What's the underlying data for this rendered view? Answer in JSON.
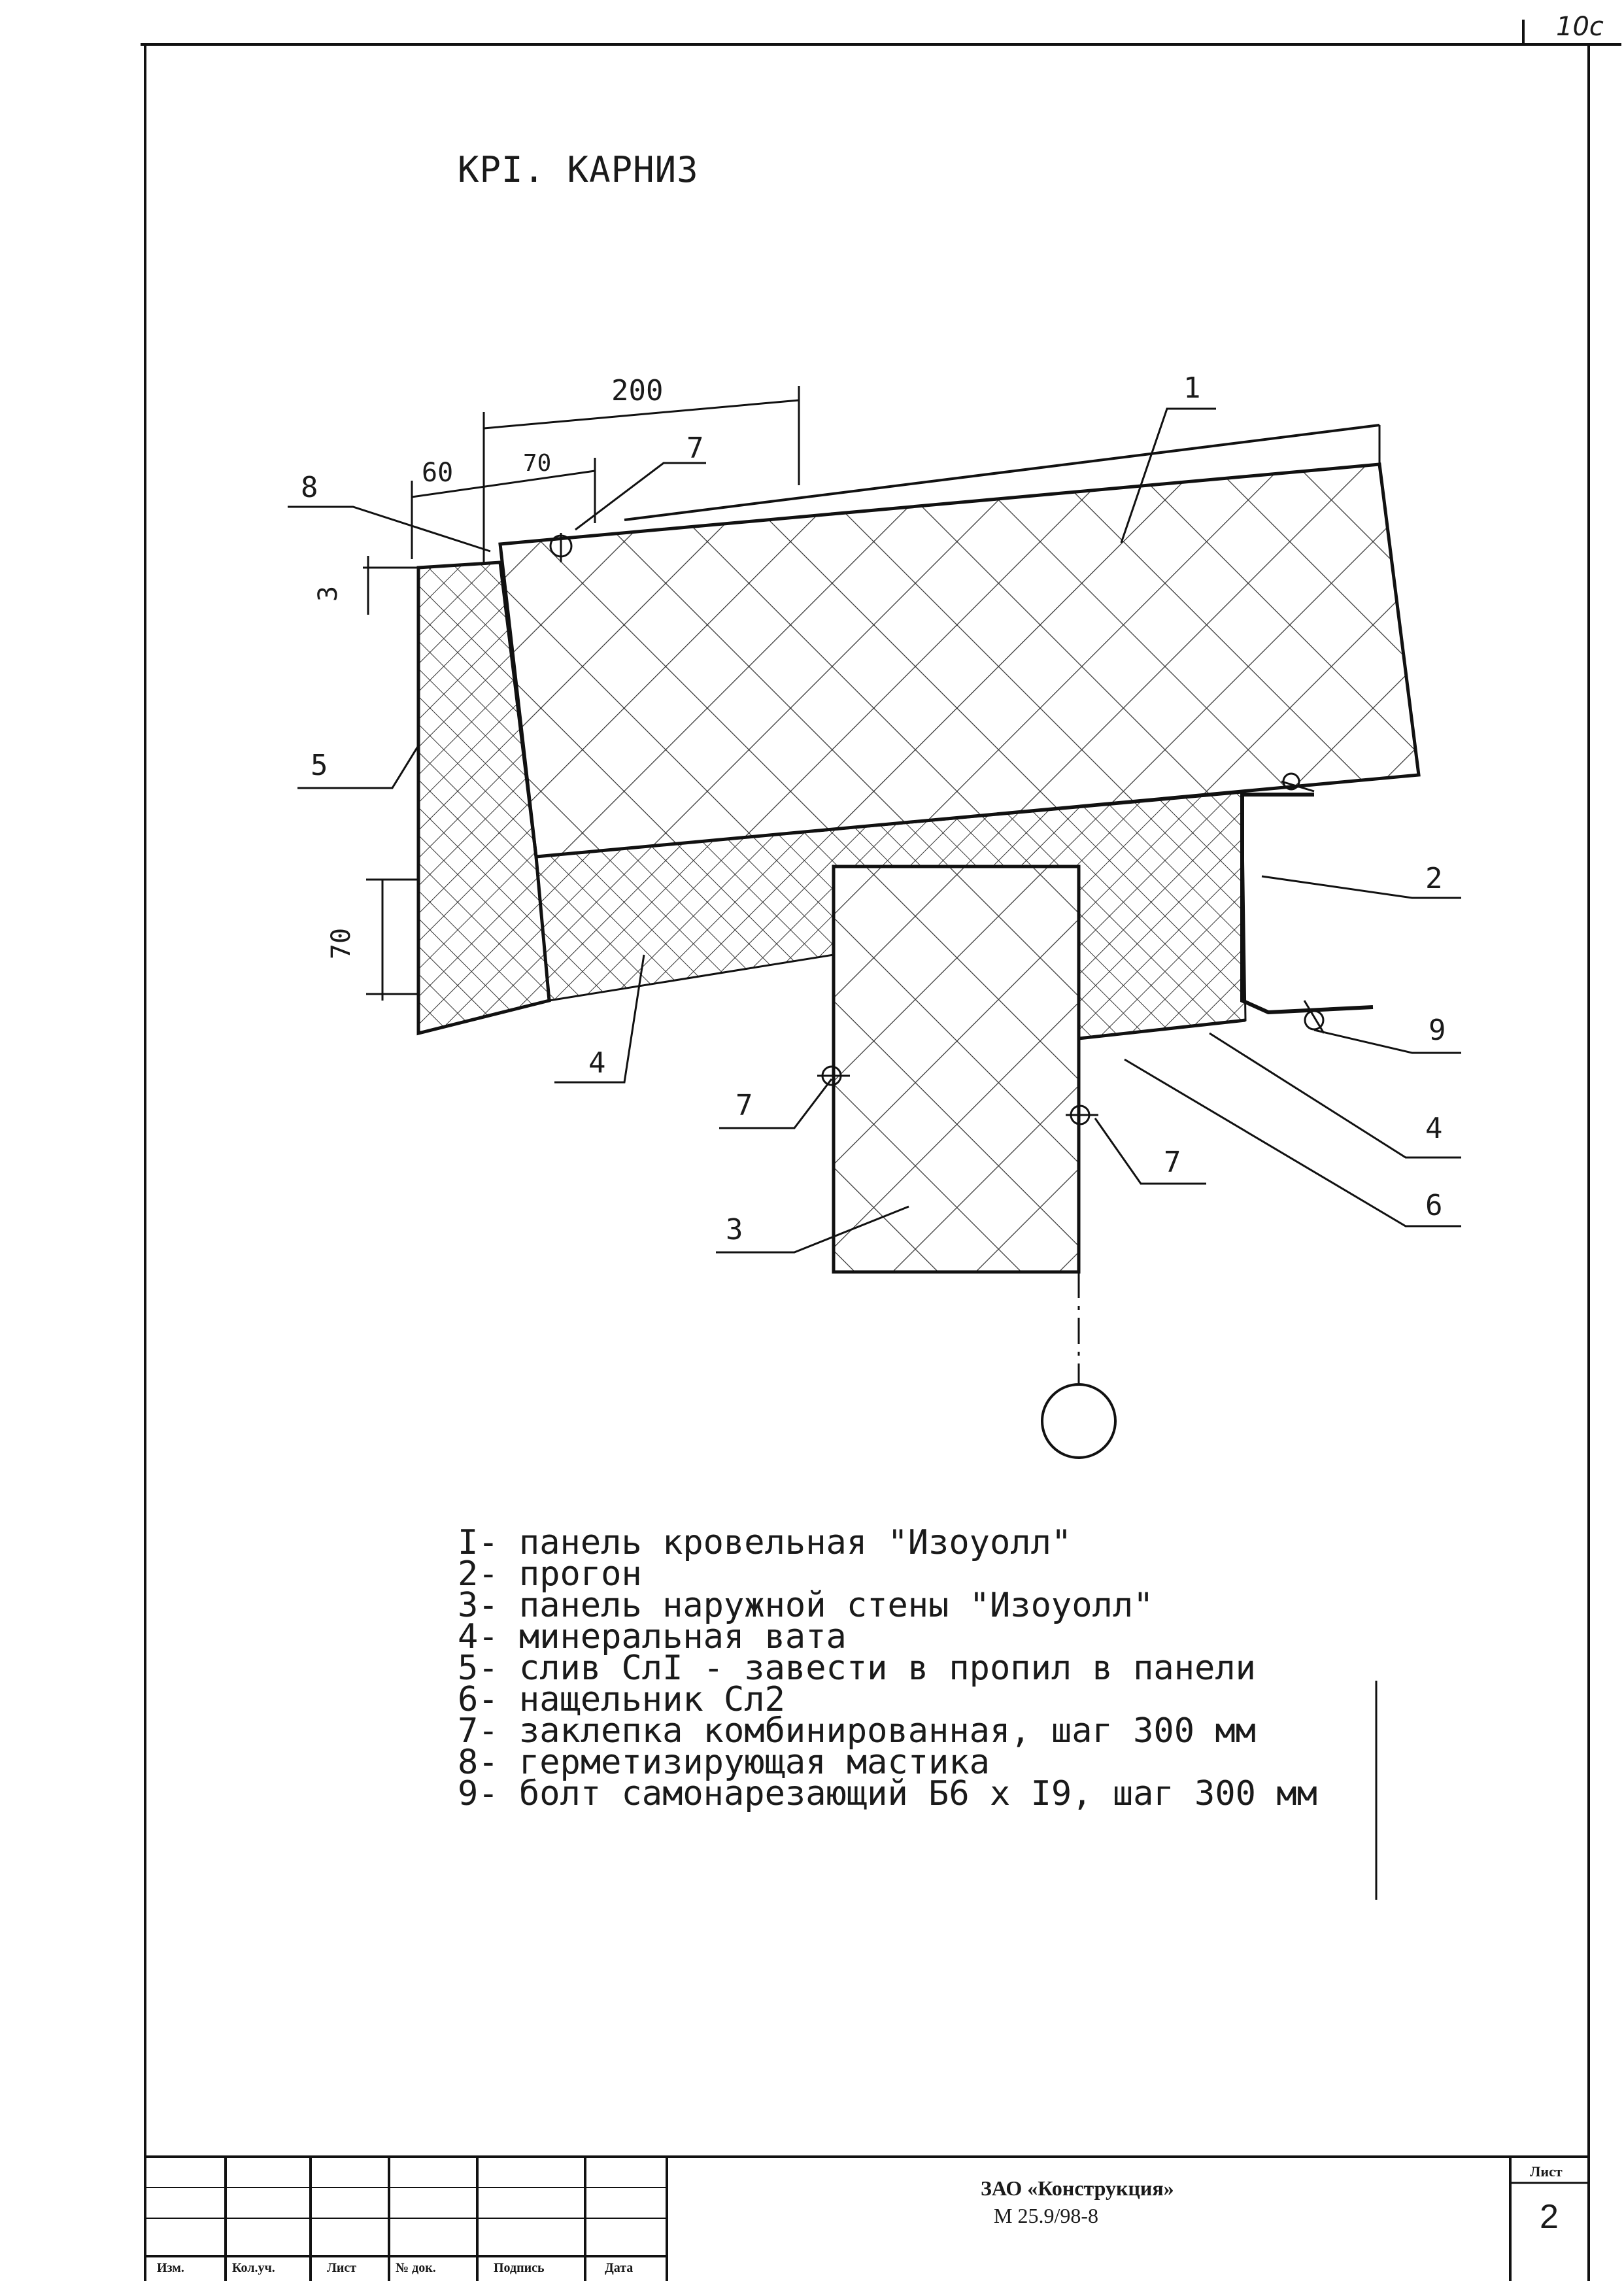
{
  "corner_number": "10c",
  "title": "КРI. КАРНИЗ",
  "dimensions": {
    "d200": "200",
    "d60": "60",
    "d70_top": "70",
    "d3": "3",
    "d70_side": "70"
  },
  "callouts": {
    "c1": "1",
    "c2": "2",
    "c3": "3",
    "c4_left": "4",
    "c4_right": "4",
    "c5": "5",
    "c6": "6",
    "c7_top": "7",
    "c7_left": "7",
    "c7_right": "7",
    "c8": "8",
    "c9": "9"
  },
  "legend": [
    "I- панель кровельная \"Изоуолл\"",
    "2- прогон",
    "3- панель наружной стены \"Изоуолл\"",
    "4- минеральная вата",
    "5- слив СлI - завести в пропил в панели",
    "6- нащельник Сл2",
    "7- заклепка комбинированная, шаг 300 мм",
    "8- герметизирующая мастика",
    "9- болт самонарезающий Б6 х I9, шаг 300 мм"
  ],
  "title_block": {
    "columns": [
      "Изм.",
      "Кол.уч.",
      "Лист",
      "№ док.",
      "Подпись",
      "Дата"
    ],
    "organization": "ЗАО «Конструкция»",
    "document_code": "М 25.9/98-8",
    "sheet_label": "Лист",
    "sheet_number": "2"
  }
}
